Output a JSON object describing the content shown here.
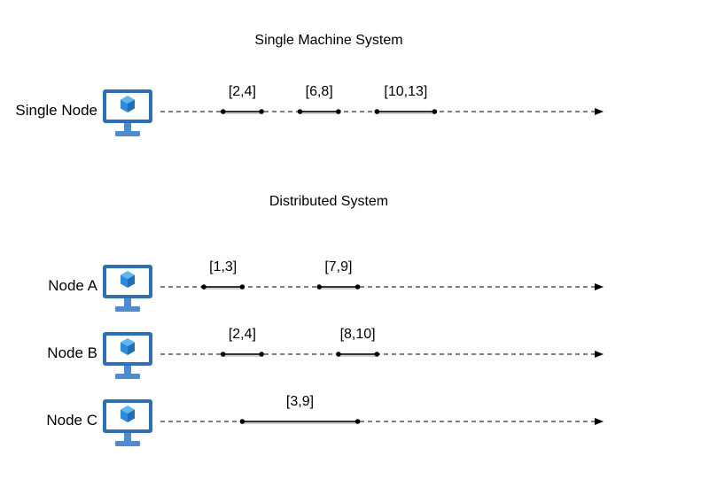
{
  "sections": [
    {
      "title": "Single Machine System",
      "nodes": [
        {
          "label": "Single Node",
          "intervals": [
            {
              "label": "[2,4]",
              "start": 2,
              "end": 4
            },
            {
              "label": "[6,8]",
              "start": 6,
              "end": 8
            },
            {
              "label": "[10,13]",
              "start": 10,
              "end": 13
            }
          ]
        }
      ]
    },
    {
      "title": "Distributed System",
      "nodes": [
        {
          "label": "Node A",
          "intervals": [
            {
              "label": "[1,3]",
              "start": 1,
              "end": 3
            },
            {
              "label": "[7,9]",
              "start": 7,
              "end": 9
            }
          ]
        },
        {
          "label": "Node B",
          "intervals": [
            {
              "label": "[2,4]",
              "start": 2,
              "end": 4
            },
            {
              "label": "[8,10]",
              "start": 8,
              "end": 10
            }
          ]
        },
        {
          "label": "Node C",
          "intervals": [
            {
              "label": "[3,9]",
              "start": 3,
              "end": 9
            }
          ]
        }
      ]
    }
  ],
  "colors": {
    "monitor_frame": "#2f6fb5",
    "monitor_screen": "#ffffff",
    "cube": "#2e8bd8",
    "cube_light": "#5cb6ef",
    "stand": "#4d8ccf",
    "highlight": "#cfcfcf"
  },
  "icons": {
    "node": "monitor-cube-icon"
  }
}
